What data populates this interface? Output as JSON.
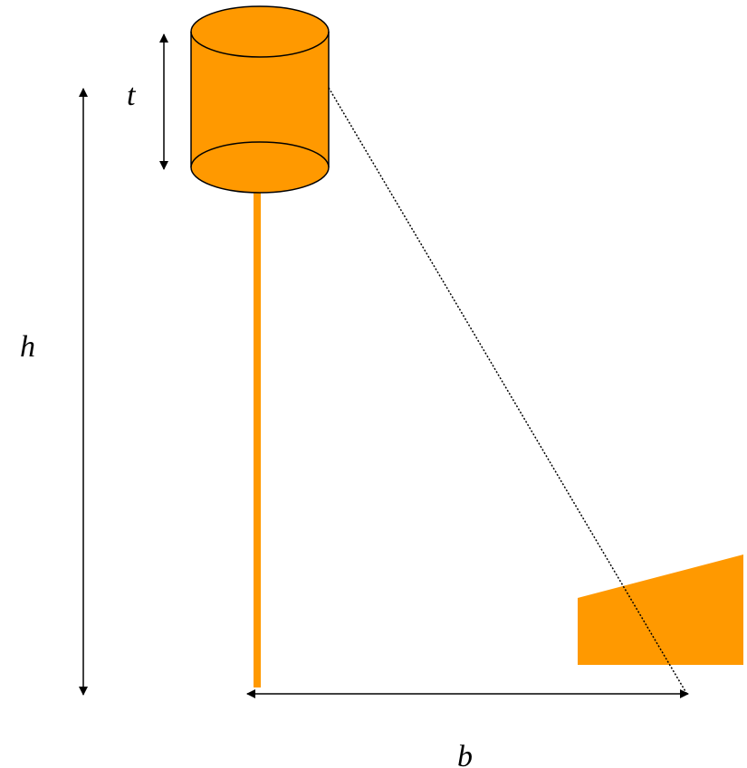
{
  "labels": {
    "thickness": "t",
    "height": "h",
    "base": "b"
  },
  "colors": {
    "fill": "#ff9900",
    "stroke": "#000000",
    "background": "#ffffff"
  }
}
